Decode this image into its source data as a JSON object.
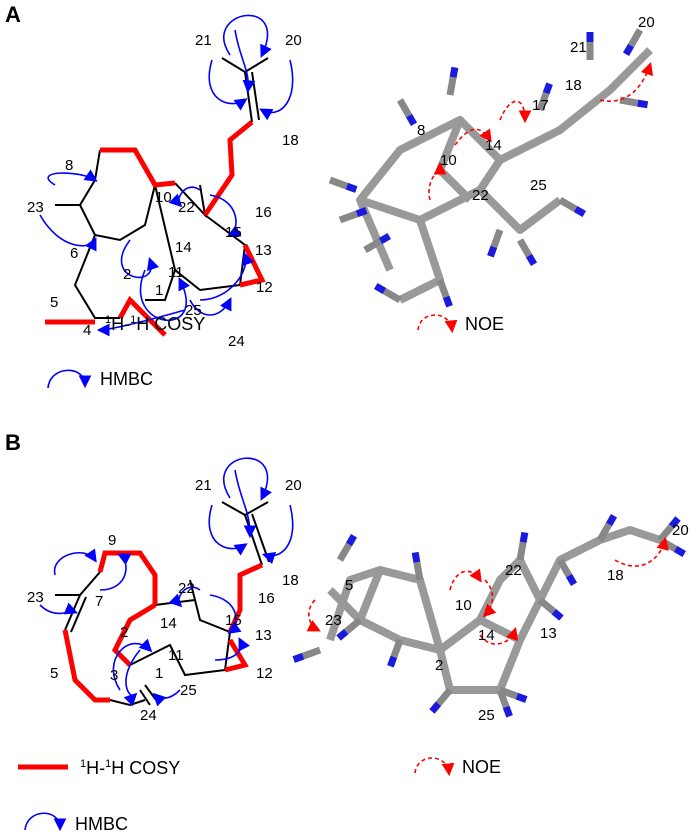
{
  "panels": [
    {
      "label": "A",
      "structure_labels": [
        "21",
        "20",
        "18",
        "22",
        "16",
        "8",
        "23",
        "10",
        "15",
        "14",
        "13",
        "6",
        "2",
        "11",
        "1",
        "12",
        "5",
        "25",
        "24",
        "4"
      ],
      "model_labels": [
        "20",
        "21",
        "18",
        "8",
        "17",
        "10",
        "14",
        "22",
        "25"
      ]
    },
    {
      "label": "B",
      "structure_labels": [
        "21",
        "20",
        "18",
        "22",
        "9",
        "16",
        "23",
        "7",
        "15",
        "13",
        "14",
        "2",
        "11",
        "1",
        "5",
        "3",
        "12",
        "25",
        "24"
      ],
      "model_labels": [
        "20",
        "18",
        "22",
        "5",
        "10",
        "23",
        "14",
        "13",
        "2",
        "25"
      ]
    }
  ],
  "legend": {
    "cosy_sup1": "1",
    "cosy_t1": "H-",
    "cosy_sup2": "1",
    "cosy_t2": "H COSY",
    "hmbc": "HMBC",
    "noe": "NOE"
  },
  "colors": {
    "cosy": "#ff0000",
    "hmbc": "#0000ff",
    "noe": "#ff0000",
    "bond": "#000000"
  }
}
